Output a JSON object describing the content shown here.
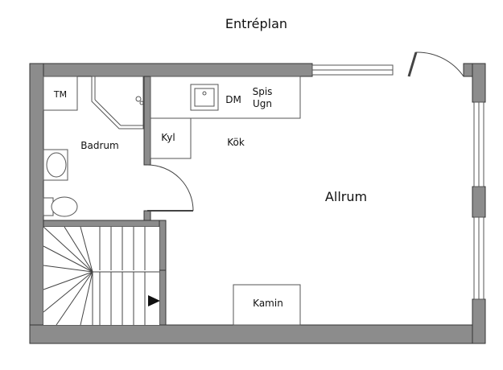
{
  "title": "Entréplan",
  "rooms": {
    "allrum": "Allrum",
    "kok": "Kök",
    "badrum": "Badrum"
  },
  "fixtures": {
    "tm": "TM",
    "dm": "DM",
    "spis": "Spis",
    "ugn": "Ugn",
    "kyl": "Kyl",
    "kamin": "Kamin"
  },
  "colors": {
    "wall": "#8c8c8c",
    "wall_outline": "#333333",
    "fixture_line": "#555555"
  }
}
